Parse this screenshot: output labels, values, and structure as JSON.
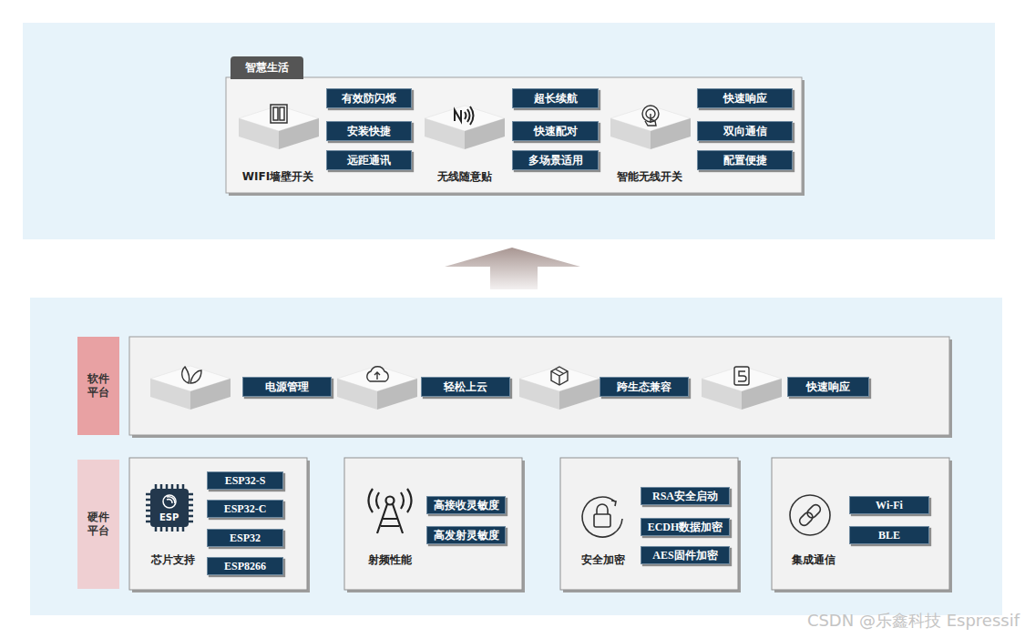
{
  "diagram": {
    "nodes": [
      {
        "text": [
          "智慧生活"
        ]
      },
      {
        "text": [
          "WIFI墙壁开关"
        ],
        "in": 0
      },
      {
        "text": [
          "有效防闪烁"
        ],
        "in": 0
      },
      {
        "text": [
          "安装快捷"
        ],
        "in": 0
      },
      {
        "text": [
          "远距通讯"
        ],
        "in": 0
      },
      {
        "text": [
          "无线随意贴"
        ],
        "in": 0
      },
      {
        "text": [
          "超长续航"
        ],
        "in": 0
      },
      {
        "text": [
          "快速配对"
        ],
        "in": 0
      },
      {
        "text": [
          "多场景适用"
        ],
        "in": 0
      },
      {
        "text": [
          "智能无线开关"
        ],
        "in": 0
      },
      {
        "text": [
          "快速响应"
        ],
        "in": 0
      },
      {
        "text": [
          "双向通信"
        ],
        "in": 0
      },
      {
        "text": [
          "配置便捷"
        ],
        "in": 0
      },
      {
        "text": [
          "软件平台"
        ]
      },
      {
        "text": [
          "电源管理"
        ]
      },
      {
        "text": [
          "轻松上云"
        ]
      },
      {
        "text": [
          "跨生态兼容"
        ]
      },
      {
        "text": [
          "快速响应"
        ]
      },
      {
        "text": [
          "硬件平台"
        ]
      },
      {
        "text": [
          "芯片支持"
        ]
      },
      {
        "text": [
          "ESP32-S"
        ],
        "in": 19
      },
      {
        "text": [
          "ESP32-C"
        ],
        "in": 19
      },
      {
        "text": [
          "ESP32"
        ],
        "in": 19
      },
      {
        "text": [
          "ESP8266"
        ],
        "in": 19
      },
      {
        "text": [
          "射频性能"
        ]
      },
      {
        "text": [
          "高接收灵敏度"
        ],
        "in": 24
      },
      {
        "text": [
          "高发射灵敏度"
        ],
        "in": 24
      },
      {
        "text": [
          "安全加密"
        ]
      },
      {
        "text": [
          "RSA安全启动"
        ],
        "in": 27
      },
      {
        "text": [
          "ECDH数据加密"
        ],
        "in": 27
      },
      {
        "text": [
          "AES固件加密"
        ],
        "in": 27
      },
      {
        "text": [
          "集成通信"
        ]
      },
      {
        "text": [
          "Wi-Fi"
        ],
        "in": 31
      },
      {
        "text": [
          "BLE"
        ],
        "in": 31
      }
    ],
    "labels": [
      "ESP",
      "CSDN @乐鑫科技 Espressif"
    ]
  }
}
